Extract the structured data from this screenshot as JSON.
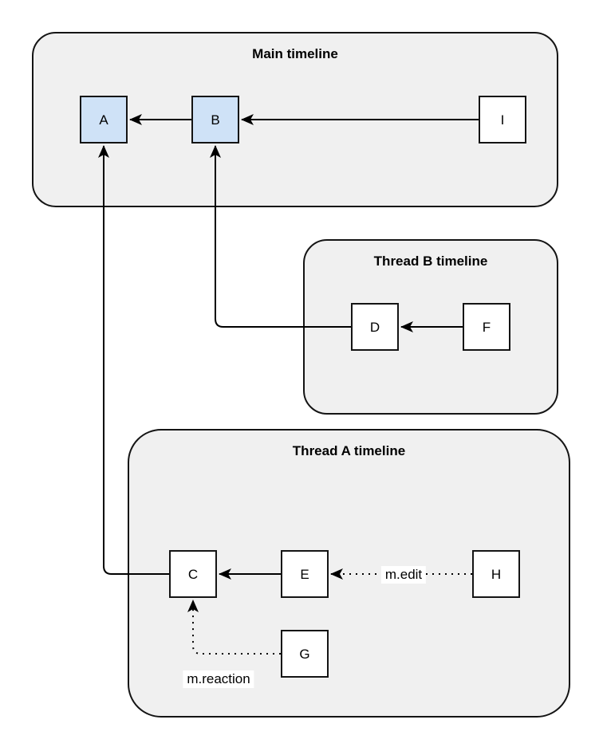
{
  "diagram": {
    "type": "flowchart",
    "containers": [
      {
        "id": "main",
        "title": "Main timeline"
      },
      {
        "id": "thread-b",
        "title": "Thread B timeline"
      },
      {
        "id": "thread-a",
        "title": "Thread A timeline"
      }
    ],
    "nodes": [
      {
        "id": "A",
        "label": "A",
        "container": "main",
        "highlighted": true
      },
      {
        "id": "B",
        "label": "B",
        "container": "main",
        "highlighted": true
      },
      {
        "id": "I",
        "label": "I",
        "container": "main",
        "highlighted": false
      },
      {
        "id": "D",
        "label": "D",
        "container": "thread-b",
        "highlighted": false
      },
      {
        "id": "F",
        "label": "F",
        "container": "thread-b",
        "highlighted": false
      },
      {
        "id": "C",
        "label": "C",
        "container": "thread-a",
        "highlighted": false
      },
      {
        "id": "E",
        "label": "E",
        "container": "thread-a",
        "highlighted": false
      },
      {
        "id": "H",
        "label": "H",
        "container": "thread-a",
        "highlighted": false
      },
      {
        "id": "G",
        "label": "G",
        "container": "thread-a",
        "highlighted": false
      }
    ],
    "edges": [
      {
        "from": "B",
        "to": "A",
        "style": "solid",
        "label": ""
      },
      {
        "from": "I",
        "to": "B",
        "style": "solid",
        "label": ""
      },
      {
        "from": "F",
        "to": "D",
        "style": "solid",
        "label": ""
      },
      {
        "from": "D",
        "to": "B",
        "style": "solid",
        "label": ""
      },
      {
        "from": "E",
        "to": "C",
        "style": "solid",
        "label": ""
      },
      {
        "from": "C",
        "to": "A",
        "style": "solid",
        "label": ""
      },
      {
        "from": "H",
        "to": "E",
        "style": "dotted",
        "label": "m.edit"
      },
      {
        "from": "G",
        "to": "C",
        "style": "dotted",
        "label": "m.reaction"
      }
    ],
    "colors": {
      "background": "#ffffff",
      "container_fill": "#f0f0f0",
      "node_fill": "#ffffff",
      "highlight_fill": "#cfe2f7",
      "stroke": "#000000"
    }
  }
}
